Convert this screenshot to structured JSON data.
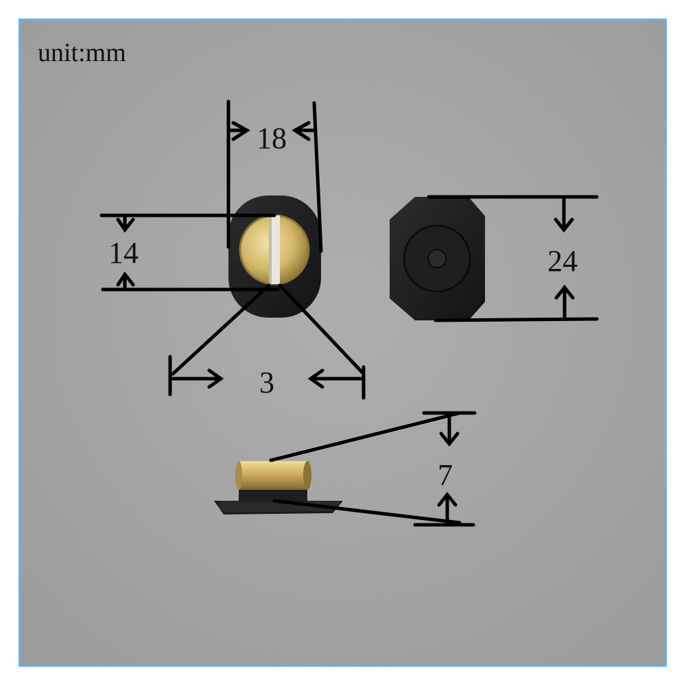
{
  "unit_label": "unit:mm",
  "dimensions": {
    "width": "18",
    "height": "14",
    "slot": "3",
    "base": "24",
    "thickness": "7"
  },
  "colors": {
    "background": "#a3a3a3",
    "frame": "#6ab0e6",
    "part": "#1c1c1e",
    "brass": "#d8c07a",
    "line": "#000000"
  }
}
